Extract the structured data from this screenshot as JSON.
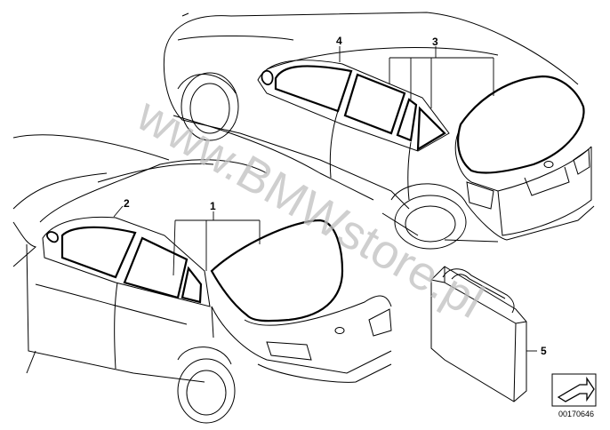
{
  "diagram": {
    "callouts": {
      "c1": "1",
      "c2": "2",
      "c3": "3",
      "c4": "4",
      "c5": "5"
    },
    "watermark": "www.BMWstore.pl",
    "document_number": "00170646"
  }
}
